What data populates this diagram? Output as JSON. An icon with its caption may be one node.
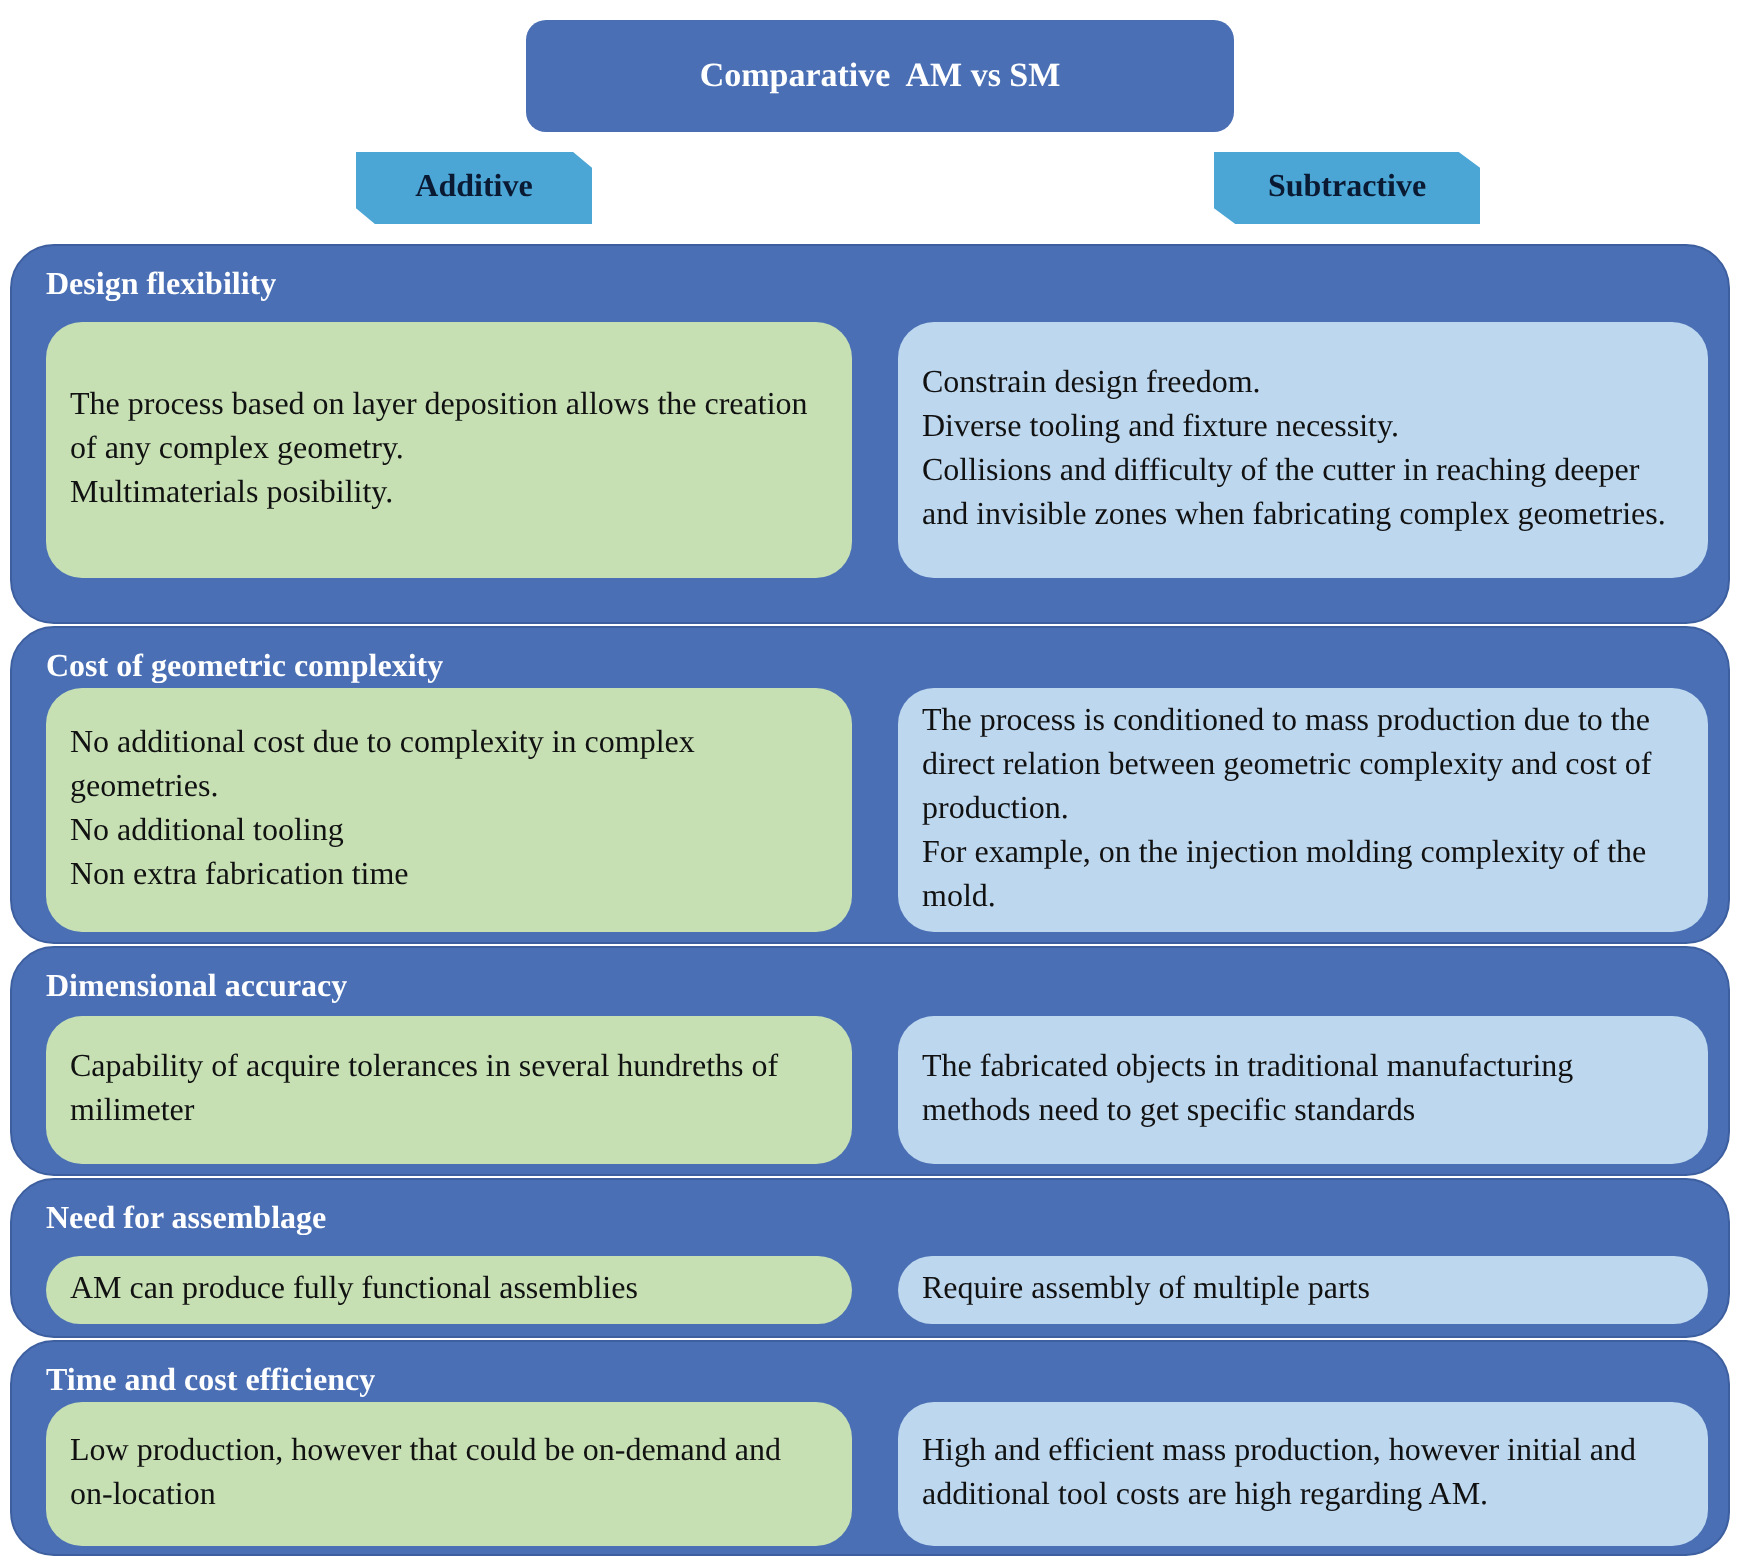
{
  "diagram": {
    "nodes": [
      {
        "text": [
          "Comparative  AM vs SM"
        ]
      },
      {
        "text": [
          "Additive"
        ]
      },
      {
        "text": [
          "Subtractive"
        ]
      },
      {
        "text": [
          "Design flexibility"
        ]
      },
      {
        "text": [
          "The process based on layer deposition allows the creation of any complex geometry.",
          "Multimaterials posibility."
        ],
        "in": 3
      },
      {
        "text": [
          "Constrain design freedom.",
          "Diverse tooling and fixture necessity.",
          "Collisions and difficulty of the cutter in reaching deeper and invisible zones when fabricating complex geometries."
        ],
        "in": 3
      },
      {
        "text": [
          "Cost of geometric complexity"
        ]
      },
      {
        "text": [
          "No additional cost due to complexity in complex geometries.",
          "No additional tooling",
          "Non extra fabrication time"
        ],
        "in": 6
      },
      {
        "text": [
          "The process is conditioned to mass production due to the direct relation between geometric complexity and cost of production.",
          "For example, on the injection molding complexity of the mold."
        ],
        "in": 6
      },
      {
        "text": [
          "Dimensional accuracy"
        ]
      },
      {
        "text": [
          "Capability of  acquire tolerances in several hundreths of milimeter"
        ],
        "in": 9
      },
      {
        "text": [
          "The fabricated objects in traditional manufacturing methods need to get specific standards"
        ],
        "in": 9
      },
      {
        "text": [
          "Need for assemblage"
        ]
      },
      {
        "text": [
          "AM  can produce fully functional assemblies"
        ],
        "in": 12
      },
      {
        "text": [
          "Require assembly of multiple parts"
        ],
        "in": 12
      },
      {
        "text": [
          "Time and cost efficiency"
        ]
      },
      {
        "text": [
          "Low production, however that could be on-demand and on-location"
        ],
        "in": 15
      },
      {
        "text": [
          "High and efficient mass production, however initial and additional tool costs are high regarding AM."
        ],
        "in": 15
      }
    ]
  }
}
